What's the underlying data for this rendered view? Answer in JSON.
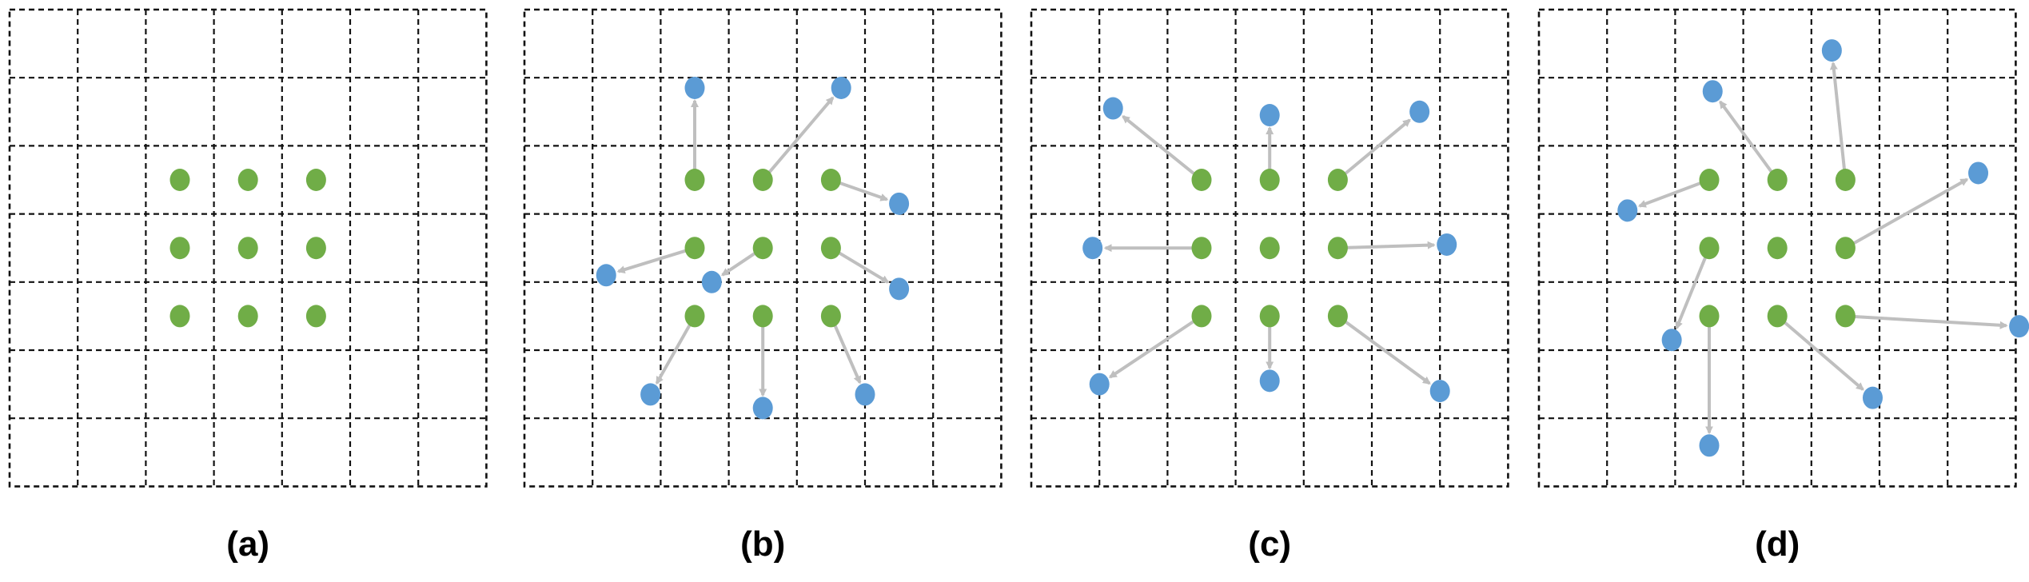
{
  "colors": {
    "sampling_point": "#70AD47",
    "offset_point": "#5B9BD5",
    "arrow": "#BFBFBF"
  },
  "grid": {
    "rows": 7,
    "cols": 7
  },
  "panels": [
    {
      "label": "(a)",
      "points": [
        {
          "from": [
            2,
            2
          ]
        },
        {
          "from": [
            3,
            2
          ]
        },
        {
          "from": [
            4,
            2
          ]
        },
        {
          "from": [
            2,
            3
          ]
        },
        {
          "from": [
            3,
            3
          ]
        },
        {
          "from": [
            4,
            3
          ]
        },
        {
          "from": [
            2,
            4
          ]
        },
        {
          "from": [
            3,
            4
          ]
        },
        {
          "from": [
            4,
            4
          ]
        }
      ]
    },
    {
      "label": "(b)",
      "points": [
        {
          "from": [
            2,
            2
          ],
          "to": [
            2,
            0.65
          ]
        },
        {
          "from": [
            3,
            2
          ],
          "to": [
            4.15,
            0.65
          ]
        },
        {
          "from": [
            4,
            2
          ],
          "to": [
            5.0,
            2.35
          ]
        },
        {
          "from": [
            2,
            3
          ],
          "to": [
            0.7,
            3.4
          ]
        },
        {
          "from": [
            3,
            3
          ],
          "to": [
            2.25,
            3.5
          ]
        },
        {
          "from": [
            4,
            3
          ],
          "to": [
            5.0,
            3.6
          ]
        },
        {
          "from": [
            2,
            4
          ],
          "to": [
            1.35,
            5.15
          ]
        },
        {
          "from": [
            3,
            4
          ],
          "to": [
            3.0,
            5.35
          ]
        },
        {
          "from": [
            4,
            4
          ],
          "to": [
            4.5,
            5.15
          ]
        }
      ]
    },
    {
      "label": "(c)",
      "points": [
        {
          "from": [
            2,
            2
          ],
          "to": [
            0.7,
            0.95
          ]
        },
        {
          "from": [
            3,
            2
          ],
          "to": [
            3.0,
            1.05
          ]
        },
        {
          "from": [
            4,
            2
          ],
          "to": [
            5.2,
            1.0
          ]
        },
        {
          "from": [
            2,
            3
          ],
          "to": [
            0.4,
            3.0
          ]
        },
        {
          "from": [
            3,
            3
          ]
        },
        {
          "from": [
            4,
            3
          ],
          "to": [
            5.6,
            2.95
          ]
        },
        {
          "from": [
            2,
            4
          ],
          "to": [
            0.5,
            5.0
          ]
        },
        {
          "from": [
            3,
            4
          ],
          "to": [
            3.0,
            4.95
          ]
        },
        {
          "from": [
            4,
            4
          ],
          "to": [
            5.5,
            5.1
          ]
        }
      ]
    },
    {
      "label": "(d)",
      "points": [
        {
          "from": [
            2,
            2
          ],
          "to": [
            0.8,
            2.45
          ]
        },
        {
          "from": [
            3,
            2
          ],
          "to": [
            2.05,
            0.7
          ]
        },
        {
          "from": [
            4,
            2
          ],
          "to": [
            3.8,
            0.1
          ]
        },
        {
          "from": [
            2,
            3
          ],
          "to": [
            1.45,
            4.35
          ]
        },
        {
          "from": [
            3,
            3
          ]
        },
        {
          "from": [
            4,
            3
          ],
          "to": [
            5.95,
            1.9
          ]
        },
        {
          "from": [
            2,
            4
          ],
          "to": [
            2.0,
            5.9
          ]
        },
        {
          "from": [
            3,
            4
          ],
          "to": [
            4.4,
            5.2
          ]
        },
        {
          "from": [
            4,
            4
          ],
          "to": [
            6.55,
            4.15
          ]
        }
      ]
    }
  ]
}
